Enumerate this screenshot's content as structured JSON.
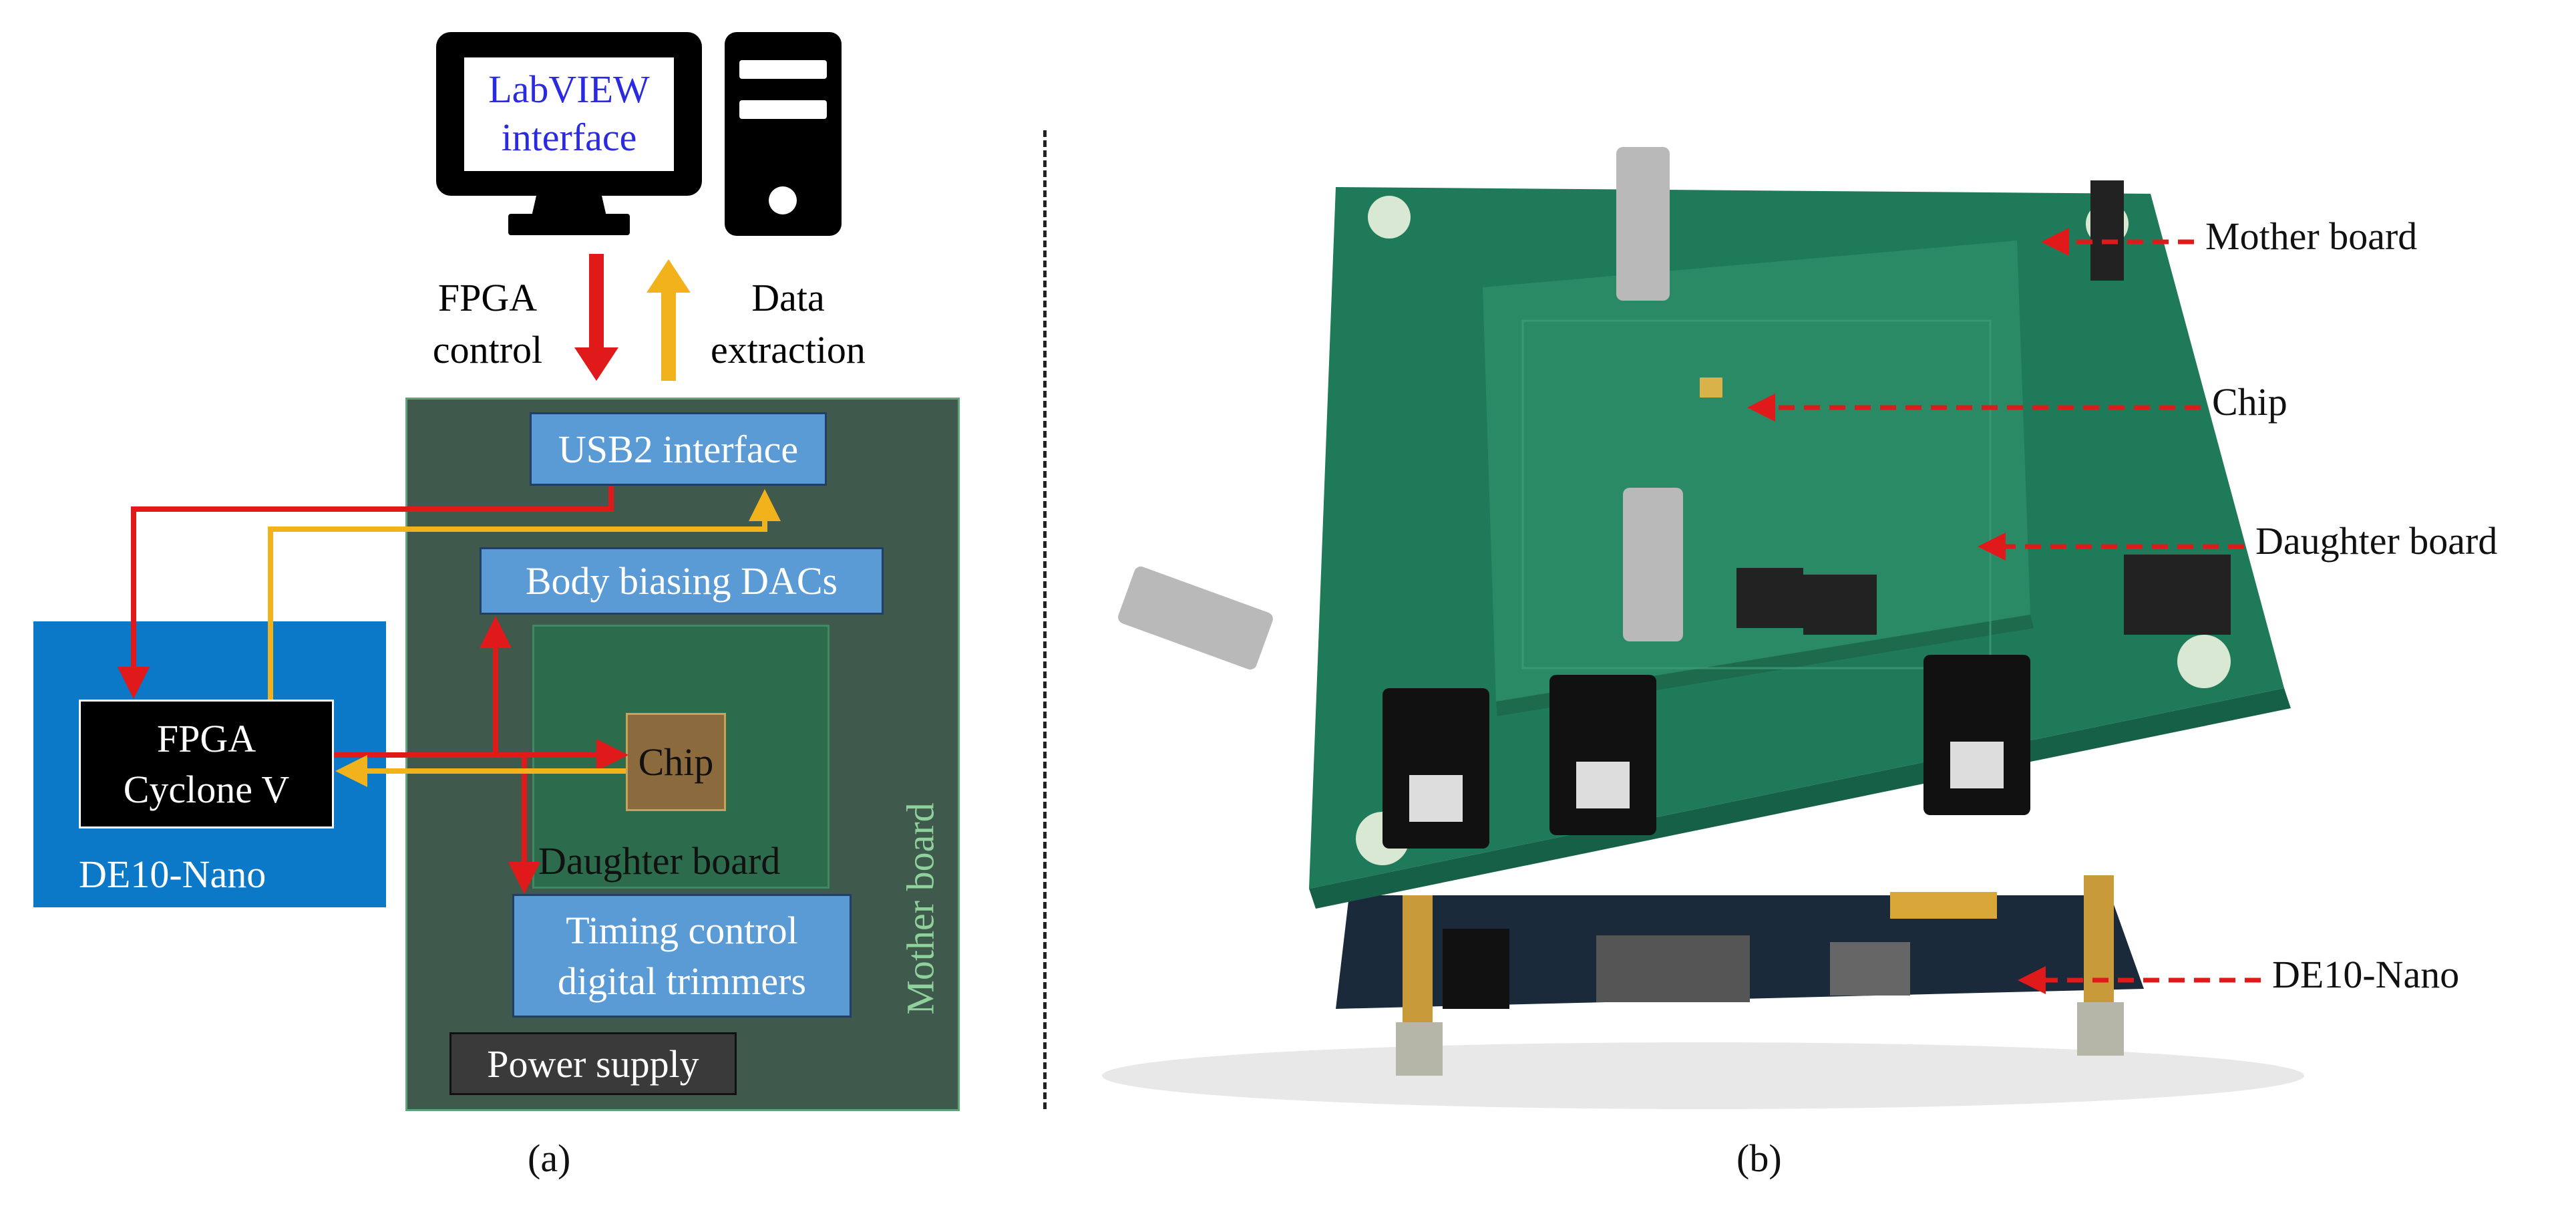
{
  "panel_a": {
    "computer": {
      "screen_text": "LabVIEW interface"
    },
    "arrows": {
      "fpga_control": "FPGA control",
      "data_extraction": "Data extraction"
    },
    "mother_board": {
      "label": "Mother board"
    },
    "usb_box": "USB2 interface",
    "dac_box": "Body biasing DACs",
    "daughter_board": {
      "label": "Daughter board"
    },
    "chip": "Chip",
    "timing_box": "Timing control digital trimmers",
    "power_box": "Power supply",
    "de10": {
      "label": "DE10-Nano"
    },
    "fpga_box": "FPGA Cyclone V",
    "caption": "(a)"
  },
  "panel_b": {
    "callouts": {
      "mother_board": "Mother board",
      "chip": "Chip",
      "daughter_board": "Daughter board",
      "de10_nano": "DE10-Nano"
    },
    "caption": "(b)"
  },
  "colors": {
    "mother_board": "#3f5a4c",
    "mother_border": "#5fa37a",
    "daughter_board": "#2d6b4d",
    "blue_box": "#5b9bd5",
    "de10_panel": "#0b78c8",
    "chip": "#8b6a3e",
    "red": "#e01a1a",
    "yellow": "#f2b21c",
    "labview_text": "#2a2ae0",
    "pcb_green": "#1f7a5a"
  }
}
